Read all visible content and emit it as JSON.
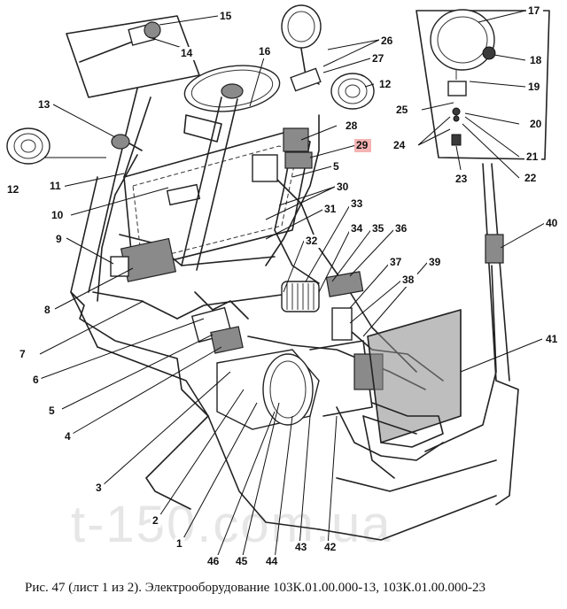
{
  "watermark": "t-150.com.ua",
  "caption": "Рис. 47 (лист 1 из 2). Электрооборудование 103К.01.00.000-13, 103К.01.00.000-23",
  "highlight_color": "#f6b3b3",
  "callouts": [
    {
      "n": "1"
    },
    {
      "n": "2"
    },
    {
      "n": "3"
    },
    {
      "n": "4"
    },
    {
      "n": "5"
    },
    {
      "n": "5"
    },
    {
      "n": "6"
    },
    {
      "n": "7"
    },
    {
      "n": "8"
    },
    {
      "n": "9"
    },
    {
      "n": "10"
    },
    {
      "n": "11"
    },
    {
      "n": "12"
    },
    {
      "n": "12"
    },
    {
      "n": "13"
    },
    {
      "n": "14"
    },
    {
      "n": "15"
    },
    {
      "n": "16"
    },
    {
      "n": "17"
    },
    {
      "n": "18"
    },
    {
      "n": "19"
    },
    {
      "n": "20"
    },
    {
      "n": "21"
    },
    {
      "n": "22"
    },
    {
      "n": "23"
    },
    {
      "n": "24"
    },
    {
      "n": "25"
    },
    {
      "n": "26"
    },
    {
      "n": "27"
    },
    {
      "n": "28"
    },
    {
      "n": "29",
      "highlighted": true
    },
    {
      "n": "30"
    },
    {
      "n": "31"
    },
    {
      "n": "32"
    },
    {
      "n": "33"
    },
    {
      "n": "34"
    },
    {
      "n": "35"
    },
    {
      "n": "36"
    },
    {
      "n": "37"
    },
    {
      "n": "38"
    },
    {
      "n": "39"
    },
    {
      "n": "40"
    },
    {
      "n": "41"
    },
    {
      "n": "42"
    },
    {
      "n": "43"
    },
    {
      "n": "44"
    },
    {
      "n": "45"
    },
    {
      "n": "46"
    }
  ]
}
